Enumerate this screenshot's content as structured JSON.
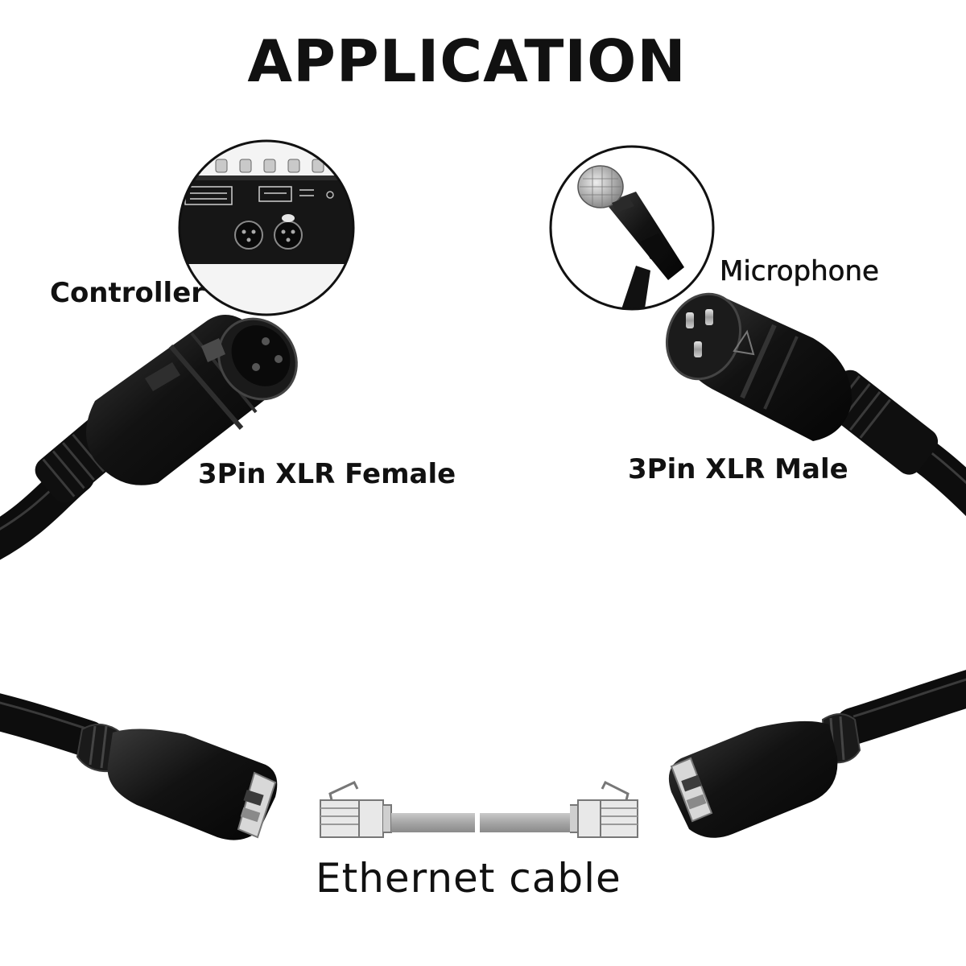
{
  "title": "APPLICATION",
  "labels": {
    "controller": "Controller",
    "microphone": "Microphone",
    "xlr_female": "3Pin XLR Female",
    "xlr_male": "3Pin XLR Male",
    "ethernet": "Ethernet cable"
  },
  "icons": {
    "controller_inset": "audio-controller-panel-icon",
    "microphone_inset": "microphone-on-stand-icon",
    "xlr_female": "xlr-female-connector-icon",
    "xlr_male": "xlr-male-connector-icon",
    "rj45_left": "rj45-female-socket-icon",
    "rj45_right": "rj45-female-socket-icon",
    "ethernet_cable": "ethernet-cable-icon"
  },
  "colors": {
    "background": "#ffffff",
    "text": "#111111",
    "cable": "#0d0d0d",
    "connector": "#151515",
    "metal": "#b8b8b8"
  }
}
